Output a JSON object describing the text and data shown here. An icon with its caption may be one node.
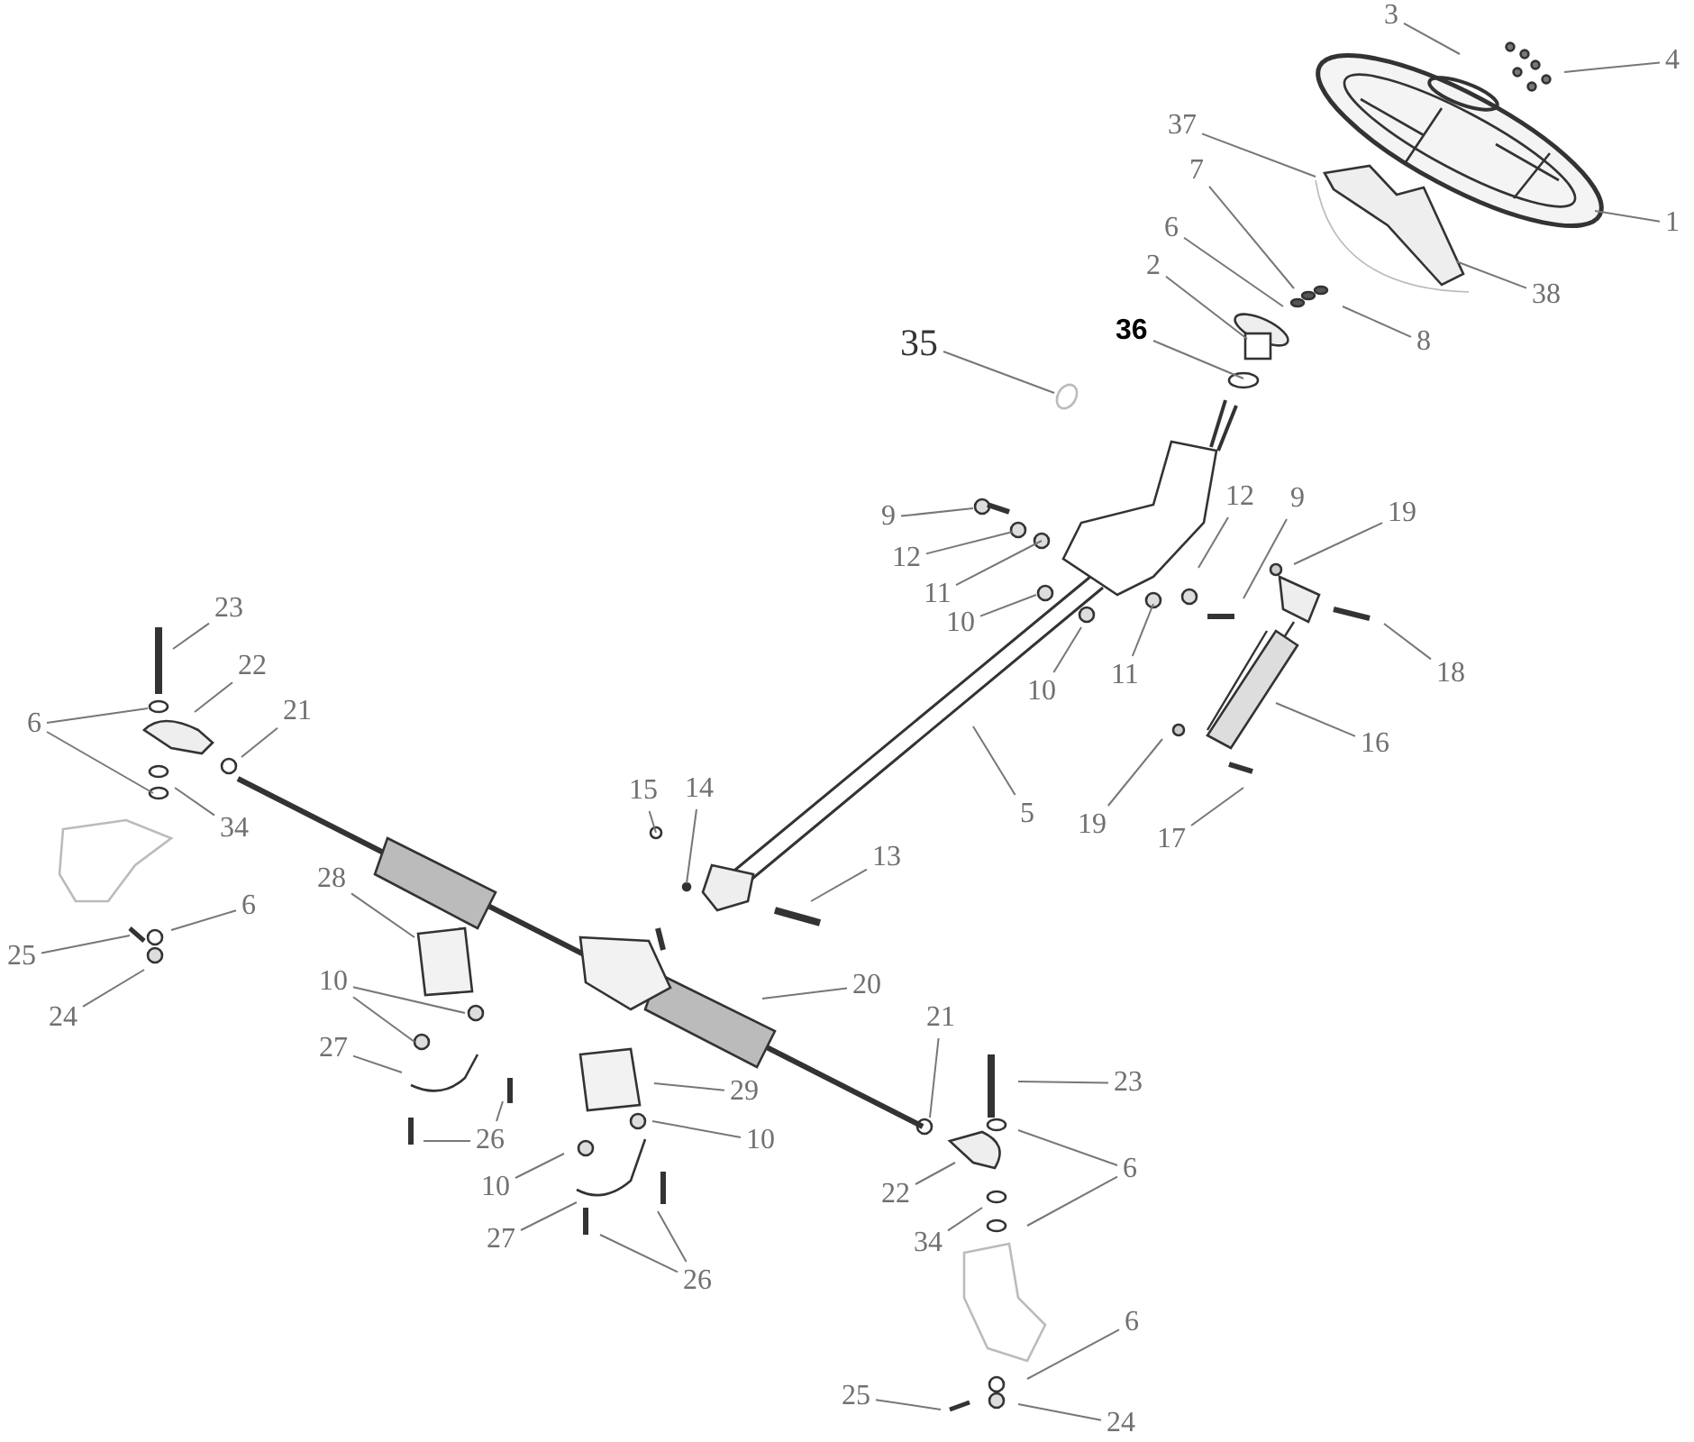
{
  "diagram": {
    "nodes": [
      {
        "text": [
          "3"
        ]
      },
      {
        "text": [
          "4"
        ]
      },
      {
        "text": [
          "37"
        ]
      },
      {
        "text": [
          "1"
        ]
      },
      {
        "text": [
          "7"
        ]
      },
      {
        "text": [
          "6"
        ]
      },
      {
        "text": [
          "2"
        ]
      },
      {
        "text": [
          "38"
        ]
      },
      {
        "text": [
          "8"
        ]
      },
      {
        "text": [
          "36"
        ]
      },
      {
        "text": [
          "35"
        ]
      },
      {
        "text": [
          "9"
        ]
      },
      {
        "text": [
          "12"
        ]
      },
      {
        "text": [
          "9"
        ]
      },
      {
        "text": [
          "19"
        ]
      },
      {
        "text": [
          "12"
        ]
      },
      {
        "text": [
          "11"
        ]
      },
      {
        "text": [
          "10"
        ]
      },
      {
        "text": [
          "11"
        ]
      },
      {
        "text": [
          "10"
        ]
      },
      {
        "text": [
          "18"
        ]
      },
      {
        "text": [
          "23"
        ]
      },
      {
        "text": [
          "22"
        ]
      },
      {
        "text": [
          "21"
        ]
      },
      {
        "text": [
          "6"
        ]
      },
      {
        "text": [
          "16"
        ]
      },
      {
        "text": [
          "34"
        ]
      },
      {
        "text": [
          "15"
        ]
      },
      {
        "text": [
          "14"
        ]
      },
      {
        "text": [
          "5"
        ]
      },
      {
        "text": [
          "19"
        ]
      },
      {
        "text": [
          "17"
        ]
      },
      {
        "text": [
          "13"
        ]
      },
      {
        "text": [
          "28"
        ]
      },
      {
        "text": [
          "6"
        ]
      },
      {
        "text": [
          "25"
        ]
      },
      {
        "text": [
          "24"
        ]
      },
      {
        "text": [
          "20"
        ]
      },
      {
        "text": [
          "10"
        ]
      },
      {
        "text": [
          "21"
        ]
      },
      {
        "text": [
          "27"
        ]
      },
      {
        "text": [
          "23"
        ]
      },
      {
        "text": [
          "29"
        ]
      },
      {
        "text": [
          "10"
        ]
      },
      {
        "text": [
          "26"
        ]
      },
      {
        "text": [
          "10"
        ]
      },
      {
        "text": [
          "6"
        ]
      },
      {
        "text": [
          "22"
        ]
      },
      {
        "text": [
          "27"
        ]
      },
      {
        "text": [
          "34"
        ]
      },
      {
        "text": [
          "26"
        ]
      },
      {
        "text": [
          "6"
        ]
      },
      {
        "text": [
          "25"
        ]
      },
      {
        "text": [
          "24"
        ]
      }
    ],
    "edges": [
      {
        "from": 0,
        "to": null,
        "arrow": "none"
      },
      {
        "from": 1,
        "to": null,
        "arrow": "none"
      },
      {
        "from": 2,
        "to": null,
        "arrow": "none"
      },
      {
        "from": 3,
        "to": null,
        "arrow": "none"
      },
      {
        "from": 4,
        "to": null,
        "arrow": "none"
      },
      {
        "from": 5,
        "to": null,
        "arrow": "none"
      },
      {
        "from": 6,
        "to": null,
        "arrow": "none"
      },
      {
        "from": 7,
        "to": null,
        "arrow": "none"
      },
      {
        "from": 8,
        "to": null,
        "arrow": "none"
      },
      {
        "from": 9,
        "to": null,
        "arrow": "none"
      },
      {
        "from": 10,
        "to": null,
        "arrow": "none"
      },
      {
        "from": 11,
        "to": null,
        "arrow": "none"
      },
      {
        "from": 12,
        "to": null,
        "arrow": "none"
      },
      {
        "from": 13,
        "to": null,
        "arrow": "none"
      },
      {
        "from": 14,
        "to": null,
        "arrow": "none"
      },
      {
        "from": 15,
        "to": null,
        "arrow": "none"
      },
      {
        "from": 16,
        "to": null,
        "arrow": "none"
      },
      {
        "from": 17,
        "to": null,
        "arrow": "none"
      },
      {
        "from": 18,
        "to": null,
        "arrow": "none"
      },
      {
        "from": 19,
        "to": null,
        "arrow": "none"
      },
      {
        "from": 20,
        "to": null,
        "arrow": "none"
      },
      {
        "from": 21,
        "to": null,
        "arrow": "none"
      },
      {
        "from": 22,
        "to": null,
        "arrow": "none"
      },
      {
        "from": 23,
        "to": null,
        "arrow": "none"
      },
      {
        "from": 24,
        "to": null,
        "arrow": "none"
      },
      {
        "from": 24,
        "to": null,
        "arrow": "none"
      },
      {
        "from": 25,
        "to": null,
        "arrow": "none"
      },
      {
        "from": 26,
        "to": null,
        "arrow": "none"
      },
      {
        "from": 27,
        "to": null,
        "arrow": "none"
      },
      {
        "from": 28,
        "to": null,
        "arrow": "none"
      },
      {
        "from": 29,
        "to": null,
        "arrow": "none"
      },
      {
        "from": 30,
        "to": null,
        "arrow": "none"
      },
      {
        "from": 31,
        "to": null,
        "arrow": "none"
      },
      {
        "from": 32,
        "to": null,
        "arrow": "none"
      },
      {
        "from": 33,
        "to": null,
        "arrow": "none"
      },
      {
        "from": 34,
        "to": null,
        "arrow": "none"
      },
      {
        "from": 35,
        "to": null,
        "arrow": "none"
      },
      {
        "from": 36,
        "to": null,
        "arrow": "none"
      },
      {
        "from": 37,
        "to": null,
        "arrow": "none"
      },
      {
        "from": 38,
        "to": null,
        "arrow": "none"
      },
      {
        "from": 38,
        "to": null,
        "arrow": "none"
      },
      {
        "from": 39,
        "to": null,
        "arrow": "none"
      },
      {
        "from": 40,
        "to": null,
        "arrow": "none"
      },
      {
        "from": 41,
        "to": null,
        "arrow": "none"
      },
      {
        "from": 42,
        "to": null,
        "arrow": "none"
      },
      {
        "from": 43,
        "to": null,
        "arrow": "none"
      },
      {
        "from": 44,
        "to": null,
        "arrow": "none"
      },
      {
        "from": 44,
        "to": null,
        "arrow": "none"
      },
      {
        "from": 45,
        "to": null,
        "arrow": "none"
      },
      {
        "from": 46,
        "to": null,
        "arrow": "none"
      },
      {
        "from": 46,
        "to": null,
        "arrow": "none"
      },
      {
        "from": 47,
        "to": null,
        "arrow": "none"
      },
      {
        "from": 48,
        "to": null,
        "arrow": "none"
      },
      {
        "from": 49,
        "to": null,
        "arrow": "none"
      },
      {
        "from": 50,
        "to": null,
        "arrow": "none"
      },
      {
        "from": 50,
        "to": null,
        "arrow": "none"
      },
      {
        "from": 51,
        "to": null,
        "arrow": "none"
      },
      {
        "from": 52,
        "to": null,
        "arrow": "none"
      },
      {
        "from": 53,
        "to": null,
        "arrow": "none"
      }
    ]
  }
}
